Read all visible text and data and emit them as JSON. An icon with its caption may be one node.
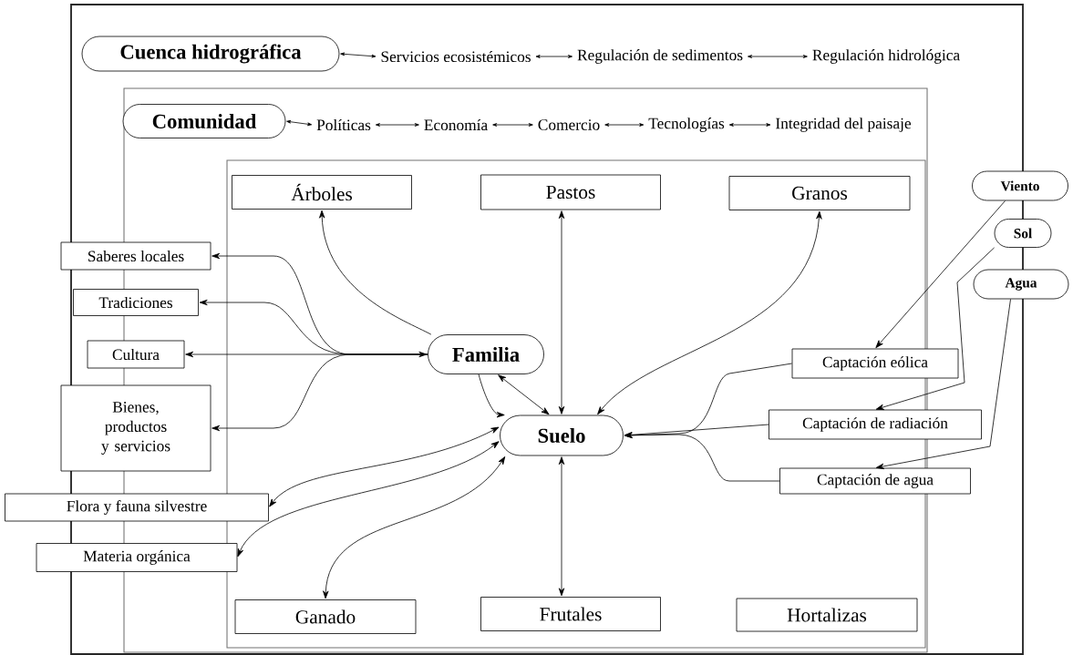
{
  "diagram": {
    "nodes": [
      {
        "text": [
          "Cuenca hidrográfica"
        ]
      },
      {
        "text": [
          "Servicios ecosistémicos"
        ]
      },
      {
        "text": [
          "Regulación de sedimentos"
        ]
      },
      {
        "text": [
          "Regulación hidrológica"
        ]
      },
      {
        "text": [
          "Comunidad"
        ]
      },
      {
        "text": [
          "Políticas"
        ]
      },
      {
        "text": [
          "Economía"
        ]
      },
      {
        "text": [
          "Comercio"
        ]
      },
      {
        "text": [
          "Tecnologías"
        ]
      },
      {
        "text": [
          "Integridad del paisaje"
        ]
      },
      {
        "text": [
          "Árboles"
        ]
      },
      {
        "text": [
          "Pastos"
        ]
      },
      {
        "text": [
          "Granos"
        ]
      },
      {
        "text": [
          "Viento"
        ]
      },
      {
        "text": [
          "Sol"
        ]
      },
      {
        "text": [
          "Agua"
        ]
      },
      {
        "text": [
          "Saberes locales"
        ]
      },
      {
        "text": [
          "Tradiciones"
        ]
      },
      {
        "text": [
          "Cultura"
        ]
      },
      {
        "text": [
          "Familia"
        ]
      },
      {
        "text": [
          "Captación eólica"
        ]
      },
      {
        "text": [
          "Bienes, productos y servicios"
        ]
      },
      {
        "text": [
          "Suelo"
        ]
      },
      {
        "text": [
          "Captación de radiación"
        ]
      },
      {
        "text": [
          "Captación de agua"
        ]
      },
      {
        "text": [
          "Flora y fauna silvestre"
        ]
      },
      {
        "text": [
          "Materia orgánica"
        ]
      },
      {
        "text": [
          "Ganado"
        ]
      },
      {
        "text": [
          "Frutales"
        ]
      },
      {
        "text": [
          "Hortalizas"
        ]
      }
    ],
    "edges": [
      {
        "from": 0,
        "to": 1,
        "arrow": "both"
      },
      {
        "from": 1,
        "to": 2,
        "arrow": "both"
      },
      {
        "from": 2,
        "to": 3,
        "arrow": "both"
      },
      {
        "from": 4,
        "to": 5,
        "arrow": "both"
      },
      {
        "from": 5,
        "to": 6,
        "arrow": "both"
      },
      {
        "from": 6,
        "to": 7,
        "arrow": "both"
      },
      {
        "from": 7,
        "to": 8,
        "arrow": "both"
      },
      {
        "from": 8,
        "to": 9,
        "arrow": "both"
      },
      {
        "from": 19,
        "to": 10,
        "arrow": "to"
      },
      {
        "from": 19,
        "to": 16,
        "arrow": "to"
      },
      {
        "from": 19,
        "to": 17,
        "arrow": "to"
      },
      {
        "from": 19,
        "to": 18,
        "arrow": "both"
      },
      {
        "from": 19,
        "to": 21,
        "arrow": "to"
      },
      {
        "from": 19,
        "to": 22,
        "arrow": "to"
      },
      {
        "from": 19,
        "to": 22,
        "arrow": "both"
      },
      {
        "from": 11,
        "to": 22,
        "arrow": "both"
      },
      {
        "from": 22,
        "to": 12,
        "arrow": "both"
      },
      {
        "from": 22,
        "to": 25,
        "arrow": "both"
      },
      {
        "from": 22,
        "to": 26,
        "arrow": "both"
      },
      {
        "from": 22,
        "to": 27,
        "arrow": "both"
      },
      {
        "from": 22,
        "to": 28,
        "arrow": "both"
      },
      {
        "from": 13,
        "to": 20,
        "arrow": "to"
      },
      {
        "from": 14,
        "to": 23,
        "arrow": "to"
      },
      {
        "from": 15,
        "to": 24,
        "arrow": "to"
      },
      {
        "from": 20,
        "to": 22,
        "arrow": "to"
      },
      {
        "from": 23,
        "to": 22,
        "arrow": "to"
      },
      {
        "from": 24,
        "to": 22,
        "arrow": "to"
      }
    ]
  }
}
